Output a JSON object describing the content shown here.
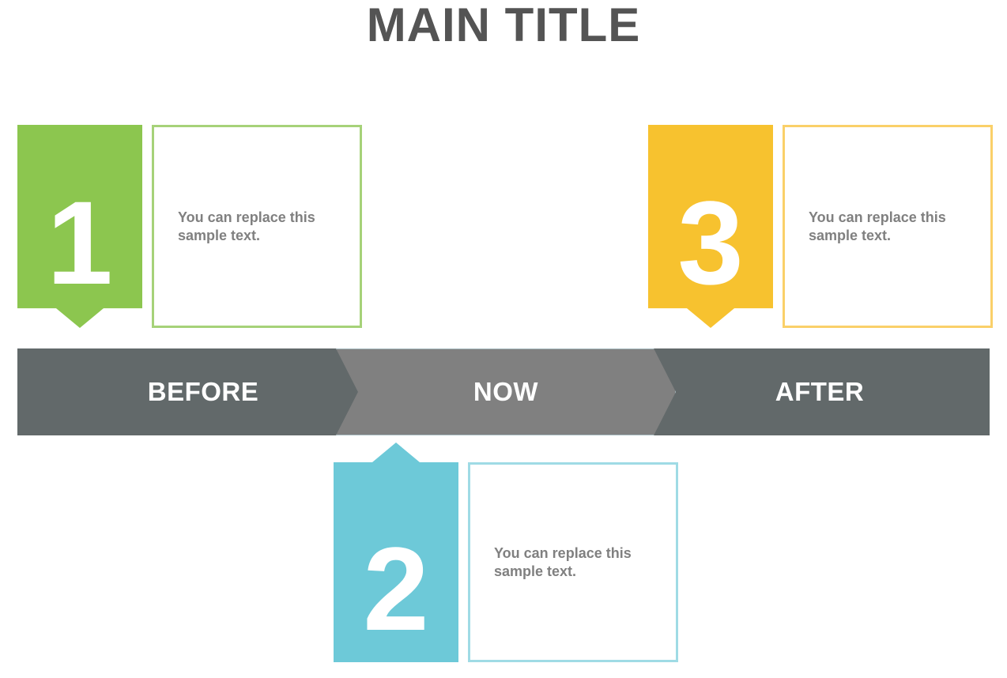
{
  "title": "MAIN TITLE",
  "colors": {
    "title_text": "#545454",
    "body_text": "#808080",
    "bar_dark": "#62696a",
    "bar_now": "#808080",
    "bar_now_border": "#a9bcc1",
    "step1_fill": "#8cc64f",
    "step1_border": "#a6d279",
    "step2_fill": "#6dc9d8",
    "step2_border": "#9fdbe5",
    "step3_fill": "#f7c22f",
    "step3_border": "#fad069",
    "number_text": "#ffffff",
    "bar_label_text": "#ffffff",
    "background": "#ffffff"
  },
  "timeline": {
    "segments": [
      {
        "id": "before",
        "label": "BEFORE",
        "shape": "rectangle",
        "fill": "#62696a"
      },
      {
        "id": "now",
        "label": "NOW",
        "shape": "chevron",
        "fill": "#808080"
      },
      {
        "id": "after",
        "label": "AFTER",
        "shape": "rectangle",
        "fill": "#62696a"
      }
    ]
  },
  "steps": [
    {
      "id": "step-1",
      "number": "1",
      "text": "You can replace this sample text.",
      "position": "above",
      "segment": "before",
      "fill": "#8cc64f",
      "border": "#a6d279"
    },
    {
      "id": "step-2",
      "number": "2",
      "text": "You can replace this sample text.",
      "position": "below",
      "segment": "now",
      "fill": "#6dc9d8",
      "border": "#9fdbe5"
    },
    {
      "id": "step-3",
      "number": "3",
      "text": "You can replace this sample text.",
      "position": "above",
      "segment": "after",
      "fill": "#f7c22f",
      "border": "#fad069"
    }
  ]
}
